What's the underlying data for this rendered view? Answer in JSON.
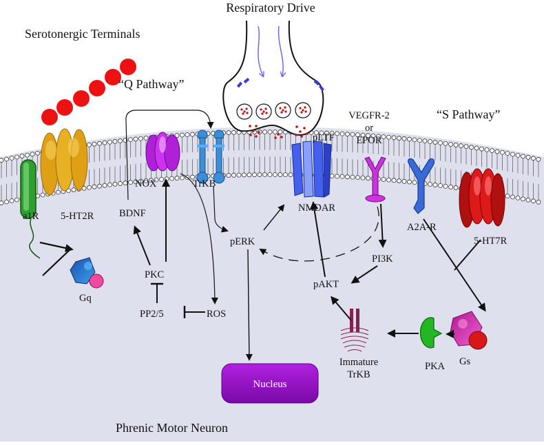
{
  "title": "Respiratory Drive",
  "labels": {
    "serotonergic_terminals": "Serotonergic Terminals",
    "q_pathway": "“Q Pathway”",
    "s_pathway": "“S Pathway”",
    "pltf": "pLTF",
    "vegfr2": "VEGFR-2",
    "or": "or",
    "epor": "EPOR",
    "nox": "NOX",
    "trkb": "TrKB",
    "a1r": "a1R",
    "ht2r": "5-HT2R",
    "bdnf": "BDNF",
    "nmdar": "NMDAR",
    "perk": "pERK",
    "a2ar": "A2A-R",
    "ht7r": "5-HT7R",
    "pi3k": "PI3K",
    "pkc": "PKC",
    "gq": "Gq",
    "pakt": "pAKT",
    "pp25": "PP2/5",
    "ros": "ROS",
    "gs": "Gs",
    "pka": "PKA",
    "immature": "Immature",
    "immature_trkb": "TrKB",
    "nucleus": "Nucleus",
    "phrenic": "Phrenic Motor Neuron"
  },
  "colors": {
    "cell_fill": "#dfe0ee",
    "serotonin_beads": "#ee1111",
    "nox": "#cc33ee",
    "trkb": "#3a8fd8",
    "a1r": "#2e9e2e",
    "ht2r": "#e0a015",
    "nmdar": "#4460ee",
    "vegfr": "#cc33dd",
    "a2ar": "#3a6ad8",
    "ht7r": "#dd1a1a",
    "gq": "#2a78c8",
    "gs": "#d838b8",
    "pka": "#22b822",
    "immature_trkb": "#8a2050",
    "nucleus": "#9a10c8",
    "axon_arrows": "#6a6af0",
    "vesicle_dots": "#c01010"
  }
}
